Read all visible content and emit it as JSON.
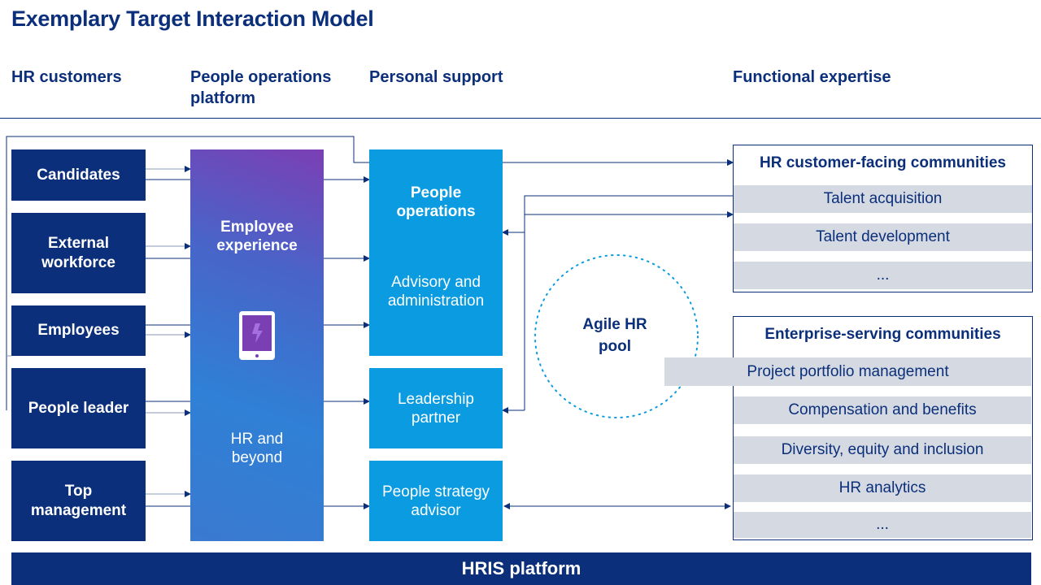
{
  "title": "Exemplary Target Interaction Model",
  "columns": {
    "hr_customers": "HR customers",
    "platform": "People operations platform",
    "personal_support": "Personal support",
    "functional_expertise": "Functional expertise"
  },
  "customers": [
    "Candidates",
    "External workforce",
    "Employees",
    "People leader",
    "Top management"
  ],
  "platform": {
    "title": "Employee experience",
    "subtitle": "HR and beyond",
    "icon": "tablet-icon"
  },
  "support": {
    "people_ops_title": "People operations",
    "people_ops_sub": "Advisory and administration",
    "leadership": "Leadership partner",
    "strategy": "People strategy advisor"
  },
  "agile": "Agile HR pool",
  "customer_facing": {
    "title": "HR customer-facing communities",
    "items": [
      "Talent acquisition",
      "Talent development",
      "..."
    ]
  },
  "enterprise": {
    "title": "Enterprise-serving communities",
    "items": [
      "Project portfolio management",
      "Compensation and benefits",
      "Diversity, equity and inclusion",
      "HR analytics",
      "..."
    ]
  },
  "hris": "HRIS platform",
  "colors": {
    "navy": "#0b2f7a",
    "blue": "#0a9be0",
    "grey": "#d5dae2",
    "purple": "#7b3fb4"
  }
}
